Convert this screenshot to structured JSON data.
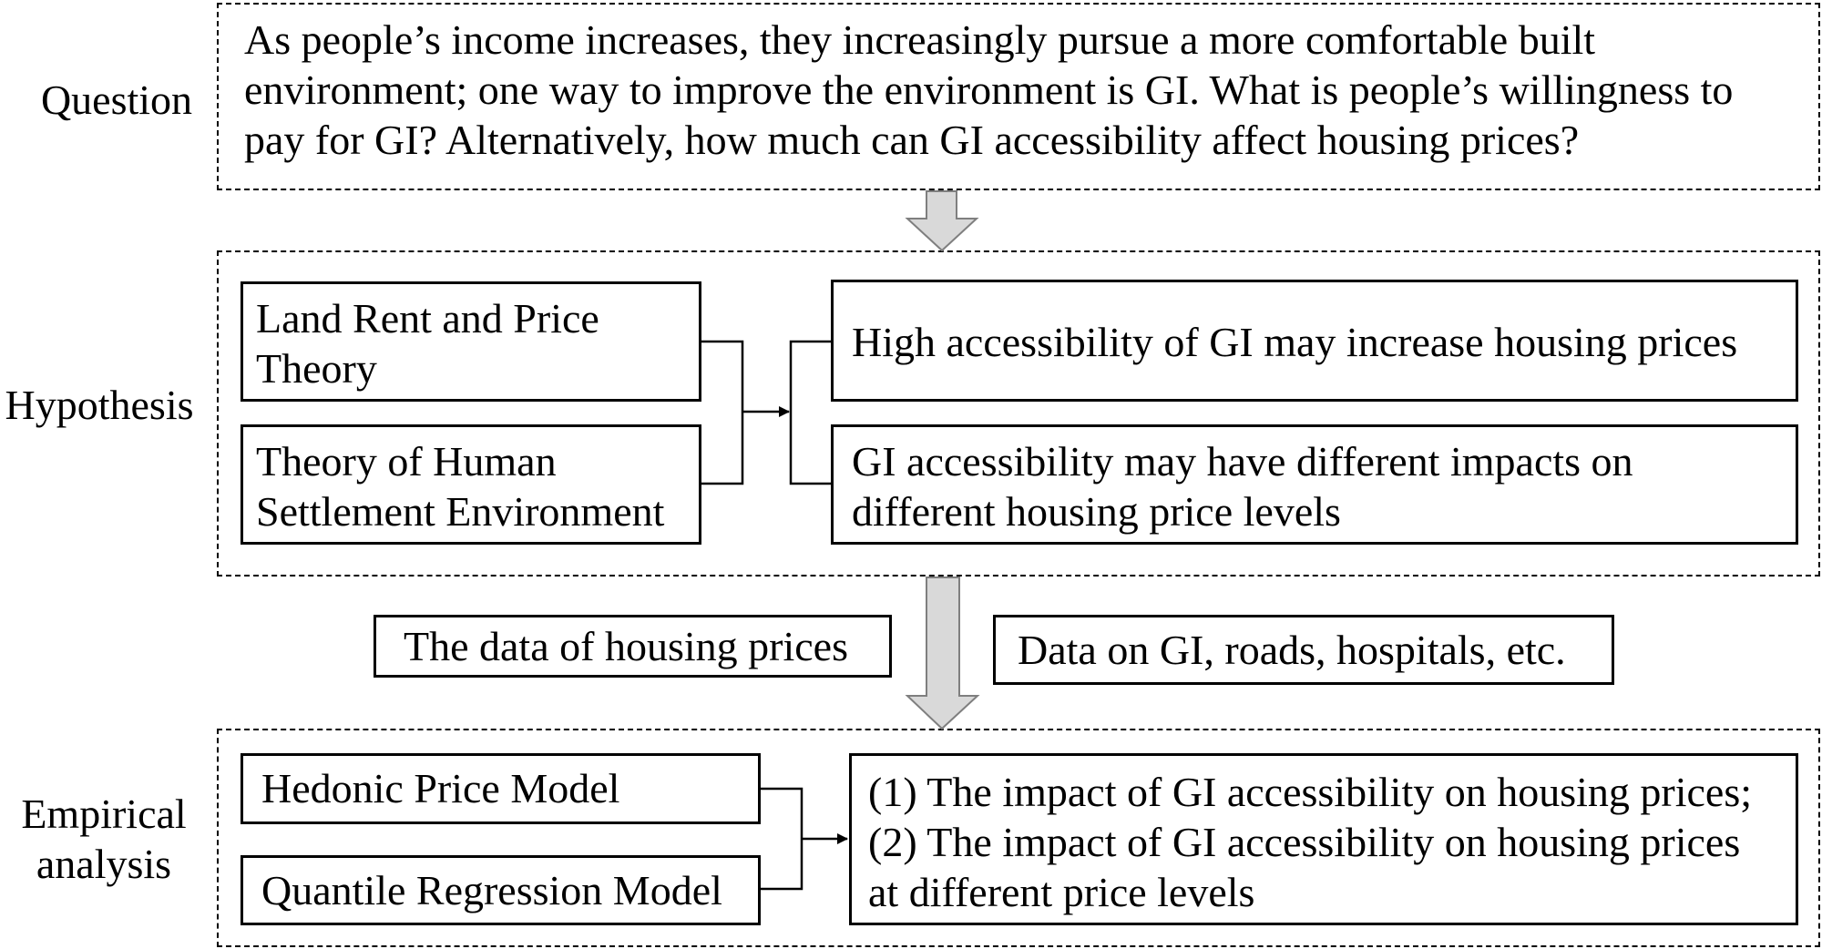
{
  "stages": {
    "question": {
      "label": "Question",
      "text_lines": [
        "As people’s income increases, they increasingly pursue a more comfortable built",
        "environment; one way to improve the environment is GI. What is people’s willingness to",
        "pay for GI? Alternatively, how much can GI accessibility affect housing prices?"
      ]
    },
    "hypothesis": {
      "label": "Hypothesis",
      "theories": [
        {
          "lines": [
            "Land Rent and Price",
            "Theory"
          ]
        },
        {
          "lines": [
            "Theory of Human",
            "Settlement Environment"
          ]
        }
      ],
      "hypotheses": [
        {
          "lines": [
            "High accessibility of GI may increase housing prices"
          ]
        },
        {
          "lines": [
            "GI accessibility may have different impacts on",
            "different housing price levels"
          ]
        }
      ]
    },
    "data": {
      "housing": "The data of housing prices",
      "gi": "Data on GI, roads, hospitals, etc."
    },
    "empirical": {
      "label_lines": [
        "Empirical",
        "analysis"
      ],
      "models": [
        "Hedonic Price Model",
        "Quantile Regression Model"
      ],
      "results_lines": [
        "(1) The impact of GI accessibility on housing prices;",
        "(2) The impact of GI accessibility on housing prices",
        "at different price levels"
      ]
    }
  },
  "colors": {
    "arrow_fill": "#d9d9d9",
    "arrow_stroke": "#7f7f7f",
    "line": "#000000"
  }
}
